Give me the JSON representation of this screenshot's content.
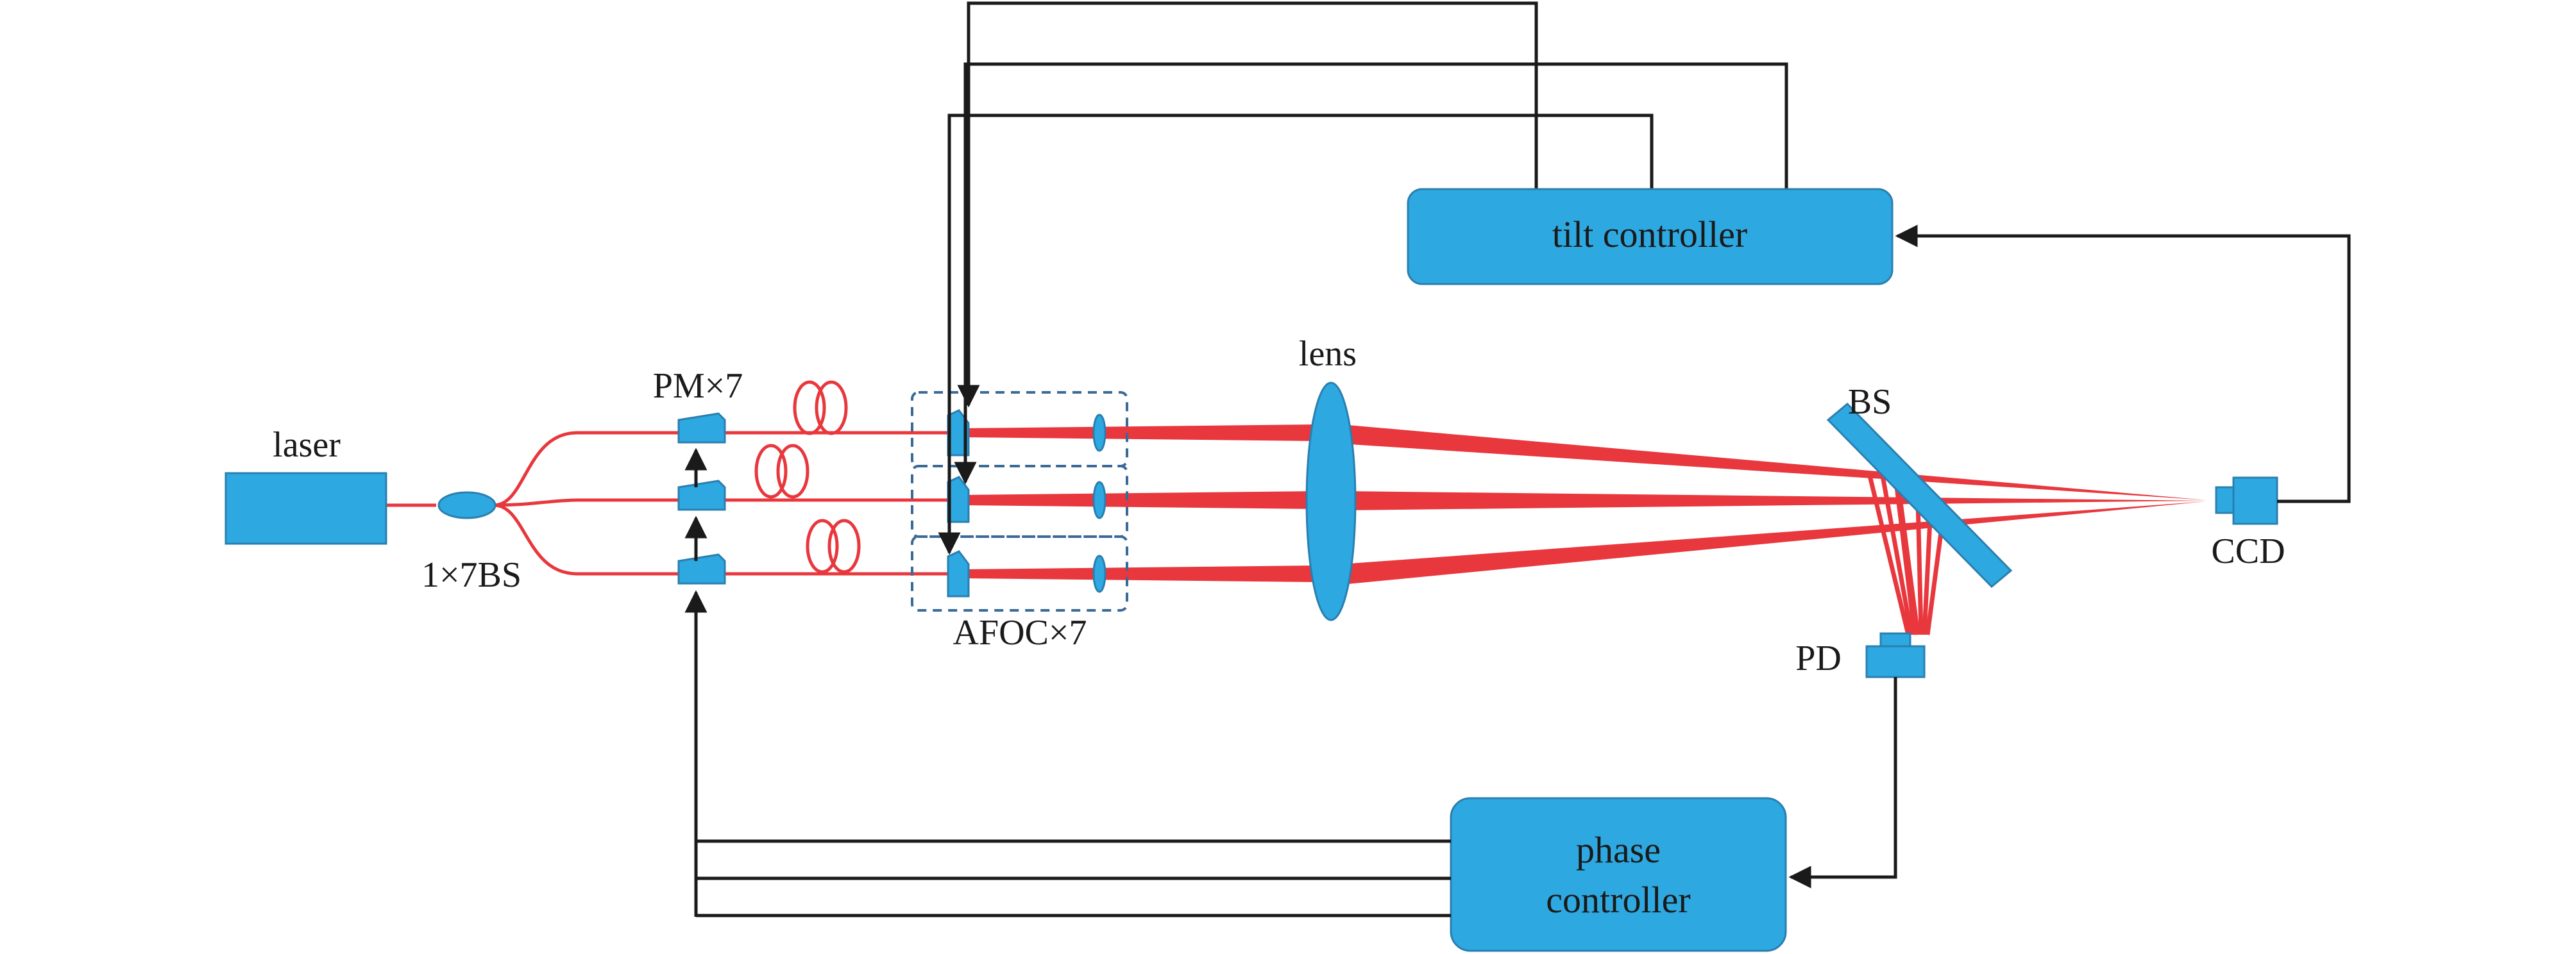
{
  "labels": {
    "laser": "laser",
    "splitter": "1×7BS",
    "pm": "PM×7",
    "afoc": "AFOC×7",
    "lens": "lens",
    "bs": "BS",
    "ccd": "CCD",
    "pd": "PD",
    "tilt_controller": "tilt controller",
    "phase_controller_line1": "phase",
    "phase_controller_line2": "controller"
  },
  "colors": {
    "component": "#2ea8e0",
    "component_border": "#2a7fb0",
    "beam": "#e8373d",
    "wire": "#1a1a1a",
    "dashed_group": "#3a6a95"
  }
}
